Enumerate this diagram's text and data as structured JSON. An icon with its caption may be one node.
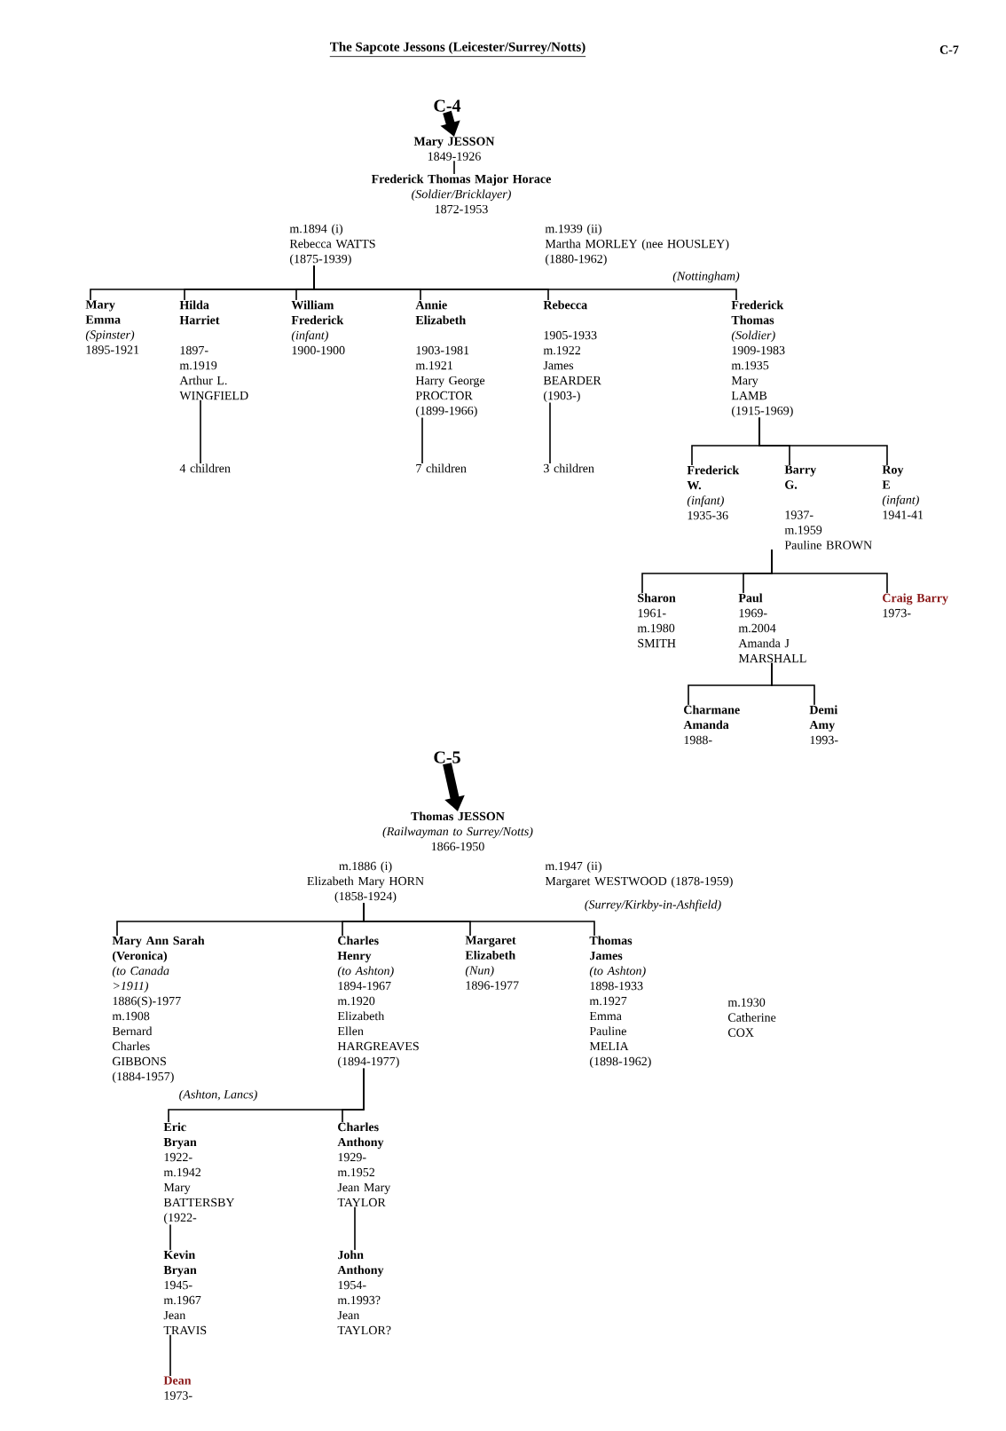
{
  "diagram": {
    "title": "The Sapcote Jessons (Leicester/Surrey/Notts)",
    "nodes": [
      {
        "text": [
          "C-4"
        ]
      },
      {
        "text": [
          "Mary JESSON",
          "1849-1926"
        ]
      },
      {
        "text": [
          "Frederick Thomas Major Horace",
          "(Soldier/Bricklayer)",
          "1872-1953"
        ]
      },
      {
        "text": [
          "m.1894 (i)",
          "Rebecca WATTS",
          "(1875-1939)"
        ]
      },
      {
        "text": [
          "m.1939 (ii)",
          "Martha MORLEY (nee HOUSLEY)",
          "(1880-1962)"
        ]
      },
      {
        "text": [
          "Mary Emma",
          "(Spinster)",
          "1895-1921"
        ]
      },
      {
        "text": [
          "Hilda Harriet",
          "1897-",
          "m.1919",
          "Arthur L. WINGFIELD"
        ]
      },
      {
        "text": [
          "William Frederick",
          "(infant)",
          "1900-1900"
        ]
      },
      {
        "text": [
          "Annie Elizabeth",
          "1903-1981",
          "m.1921",
          "Harry George PROCTOR",
          "(1899-1966)"
        ]
      },
      {
        "text": [
          "Rebecca",
          "1905-1933",
          "m.1922",
          "James BEARDER",
          "(1903-)"
        ]
      },
      {
        "text": [
          "Frederick Thomas",
          "(Soldier)",
          "1909-1983",
          "m.1935",
          "Mary LAMB",
          "(1915-1969)"
        ]
      },
      {
        "text": [
          "4 children"
        ]
      },
      {
        "text": [
          "7 children"
        ]
      },
      {
        "text": [
          "3 children"
        ]
      },
      {
        "text": [
          "Frederick W.",
          "(infant)",
          "1935-36"
        ]
      },
      {
        "text": [
          "Barry G.",
          "1937-",
          "m.1959",
          "Pauline BROWN"
        ]
      },
      {
        "text": [
          "Roy E",
          "(infant)",
          "1941-41"
        ]
      },
      {
        "text": [
          "Sharon",
          "1961-",
          "m.1980",
          "SMITH"
        ]
      },
      {
        "text": [
          "Paul",
          "1969-",
          "m.2004",
          "Amanda J MARSHALL"
        ]
      },
      {
        "text": [
          "Craig Barry",
          "1973-"
        ]
      },
      {
        "text": [
          "Charmane Amanda",
          "1988-"
        ]
      },
      {
        "text": [
          "Demi Amy",
          "1993-"
        ]
      },
      {
        "text": [
          "C-5"
        ]
      },
      {
        "text": [
          "Thomas JESSON",
          "(Railwayman to Surrey/Notts)",
          "1866-1950"
        ]
      },
      {
        "text": [
          "m.1886 (i)",
          "Elizabeth Mary HORN",
          "(1858-1924)"
        ]
      },
      {
        "text": [
          "m.1947 (ii)",
          "Margaret WESTWOOD (1878-1959)"
        ]
      },
      {
        "text": [
          "Mary Ann Sarah (Veronica)",
          "(to Canada >1911)",
          "1886(S)-1977",
          "m.1908",
          "Bernard Charles GIBBONS",
          "(1884-1957)"
        ]
      },
      {
        "text": [
          "Charles Henry",
          "(to Ashton)",
          "1894-1967",
          "m.1920",
          "Elizabeth Ellen HARGREAVES",
          "(1894-1977)"
        ]
      },
      {
        "text": [
          "Margaret Elizabeth",
          "(Nun)",
          "1896-1977"
        ]
      },
      {
        "text": [
          "Thomas James",
          "(to Ashton)",
          "1898-1933",
          "m.1927",
          "Emma Pauline MELIA",
          "(1898-1962)"
        ],
        "beside": [
          "m.1930",
          "Catherine COX"
        ]
      },
      {
        "text": [
          "Eric Bryan",
          "1922-",
          "m.1942",
          "Mary BATTERSBY",
          "(1922-"
        ]
      },
      {
        "text": [
          "Charles Anthony",
          "1929-",
          "m.1952",
          "Jean Mary TAYLOR"
        ]
      },
      {
        "text": [
          "Kevin Bryan",
          "1945-",
          "m.1967",
          "Jean TRAVIS"
        ]
      },
      {
        "text": [
          "John Anthony",
          "1954-",
          "m.1993?",
          "Jean TAYLOR?"
        ]
      },
      {
        "text": [
          "Dean",
          "1973-"
        ]
      }
    ],
    "edges": [
      {
        "from": 0,
        "to": 1,
        "arrow": "to",
        "style": "thick"
      },
      {
        "from": 1,
        "to": 2,
        "arrow": "none"
      },
      {
        "from": 3,
        "to": 5,
        "arrow": "none"
      },
      {
        "from": 3,
        "to": 6,
        "arrow": "none"
      },
      {
        "from": 3,
        "to": 7,
        "arrow": "none"
      },
      {
        "from": 3,
        "to": 8,
        "arrow": "none"
      },
      {
        "from": 3,
        "to": 9,
        "arrow": "none"
      },
      {
        "from": 3,
        "to": 10,
        "arrow": "none"
      },
      {
        "from": 6,
        "to": 11,
        "arrow": "none"
      },
      {
        "from": 8,
        "to": 12,
        "arrow": "none"
      },
      {
        "from": 9,
        "to": 13,
        "arrow": "none"
      },
      {
        "from": 10,
        "to": 14,
        "arrow": "none"
      },
      {
        "from": 10,
        "to": 15,
        "arrow": "none"
      },
      {
        "from": 10,
        "to": 16,
        "arrow": "none"
      },
      {
        "from": 15,
        "to": 17,
        "arrow": "none"
      },
      {
        "from": 15,
        "to": 18,
        "arrow": "none"
      },
      {
        "from": 15,
        "to": 19,
        "arrow": "none"
      },
      {
        "from": 18,
        "to": 20,
        "arrow": "none"
      },
      {
        "from": 18,
        "to": 21,
        "arrow": "none"
      },
      {
        "from": 22,
        "to": 23,
        "arrow": "to",
        "style": "thick"
      },
      {
        "from": 24,
        "to": 26,
        "arrow": "none"
      },
      {
        "from": 24,
        "to": 27,
        "arrow": "none"
      },
      {
        "from": 24,
        "to": 28,
        "arrow": "none"
      },
      {
        "from": 24,
        "to": 29,
        "arrow": "none"
      },
      {
        "from": 27,
        "to": 30,
        "arrow": "none"
      },
      {
        "from": 27,
        "to": 31,
        "arrow": "none"
      },
      {
        "from": 30,
        "to": 32,
        "arrow": "none"
      },
      {
        "from": 31,
        "to": 33,
        "arrow": "none"
      },
      {
        "from": 32,
        "to": 34,
        "arrow": "none"
      }
    ],
    "labels": [
      "C-7",
      "(Nottingham)",
      "(Surrey/Kirkby-in-Ashfield)",
      "(Ashton, Lancs)"
    ]
  }
}
